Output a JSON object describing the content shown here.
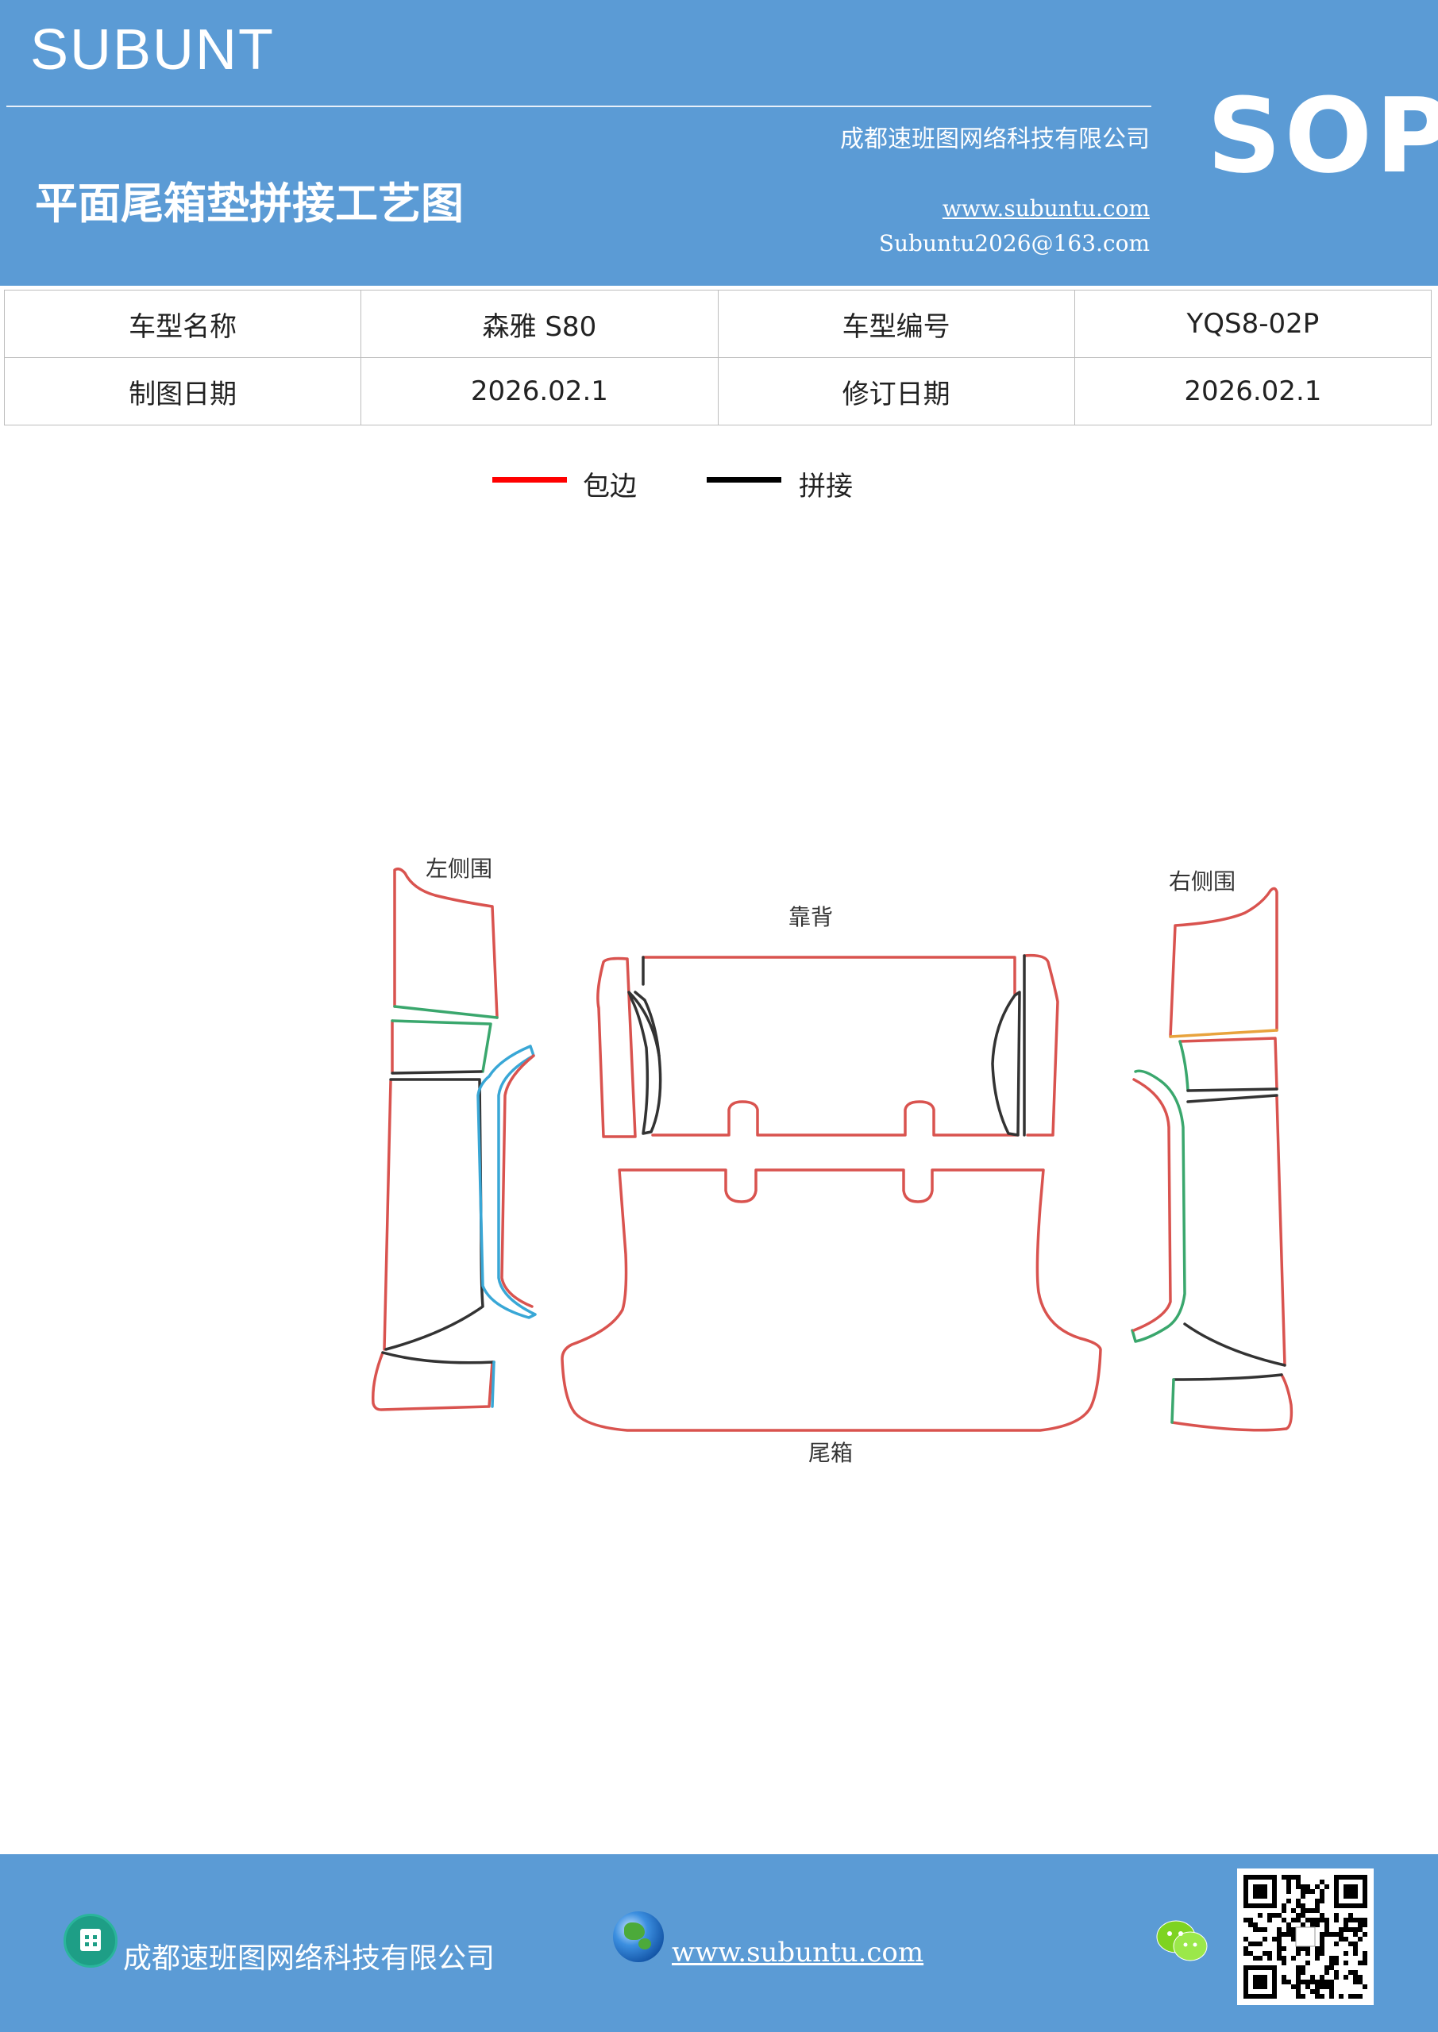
{
  "header": {
    "brand": "SUBUNT",
    "company": "成都速班图网络科技有限公司",
    "title": "平面尾箱垫拼接工艺图",
    "website": "www.subuntu.com",
    "email": "Subuntu2026@163.com",
    "badge": "SOP"
  },
  "info_table": {
    "rows": [
      [
        "车型名称",
        "森雅 S80",
        "车型编号",
        "YQS8-02P"
      ],
      [
        "制图日期",
        "2026.02.1",
        "修订日期",
        "2026.02.1"
      ]
    ]
  },
  "legend": {
    "items": [
      {
        "label": "包边",
        "color": "#ff0000"
      },
      {
        "label": "拼接",
        "color": "#000000"
      }
    ]
  },
  "diagram": {
    "labels": {
      "left_side": "左侧围",
      "backrest": "靠背",
      "right_side": "右侧围",
      "trunk": "尾箱"
    },
    "colors": {
      "edge": "#d9534f",
      "seam": "#333333",
      "green": "#3aa76d",
      "blue": "#39a7d6",
      "orange": "#e8a33d"
    }
  },
  "footer": {
    "company": "成都速班图网络科技有限公司",
    "website": "www.subuntu.com"
  }
}
